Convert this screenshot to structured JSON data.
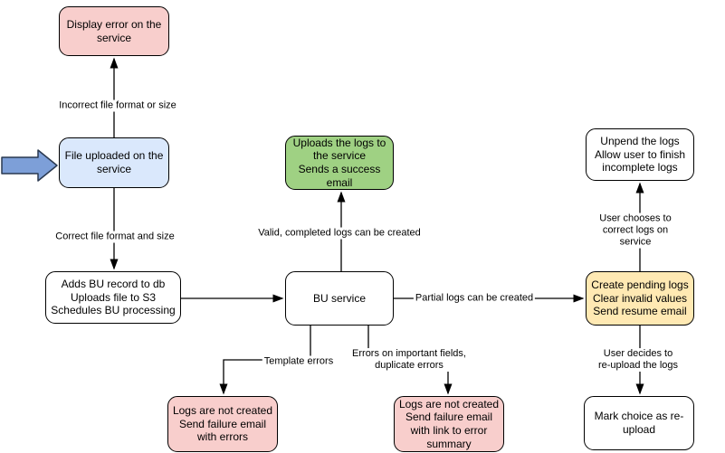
{
  "diagram": {
    "colors": {
      "node_pink": "#f8cecc",
      "node_blue": "#dae8fc",
      "node_green": "#9fd183",
      "node_yellow": "#ffe9b3",
      "node_white": "#ffffff",
      "node_border": "#000000",
      "edge_line": "#000000",
      "pointer_arrow_fill": "#7d9fd8",
      "pointer_arrow_stroke": "#2a3950"
    },
    "nodes": {
      "display_error": {
        "label": "Display error on the\nservice"
      },
      "file_uploaded": {
        "label": "File uploaded on the\nservice"
      },
      "adds_bu_record": {
        "label": "Adds BU record to db\nUploads file to S3\nSchedules BU processing"
      },
      "bu_service": {
        "label": "BU service"
      },
      "uploads_logs": {
        "label": "Uploads the logs to\nthe service\nSends a success\nemail"
      },
      "unpend_logs": {
        "label": "Unpend the logs\nAllow user to finish\nincomplete logs"
      },
      "create_pending": {
        "label": "Create pending logs\nClear invalid values\nSend resume email"
      },
      "mark_reupload": {
        "label": "Mark choice as re-\nupload"
      },
      "fail_errors": {
        "label": "Logs are not created\nSend failure email\nwith errors"
      },
      "fail_summary": {
        "label": "Logs are not created\nSend failure email\nwith link to error\nsummary"
      }
    },
    "edge_labels": {
      "incorrect_format": "Incorrect file format or size",
      "correct_format": "Correct file format and size",
      "valid_logs": "Valid, completed logs can be created",
      "partial_logs": "Partial logs can be created",
      "correct_on_service": "User chooses to correct logs on service",
      "reupload_decision": "User decides to re-upload the logs",
      "template_errors": "Template errors",
      "field_errors": "Errors on important fields,\nduplicate errors"
    }
  }
}
